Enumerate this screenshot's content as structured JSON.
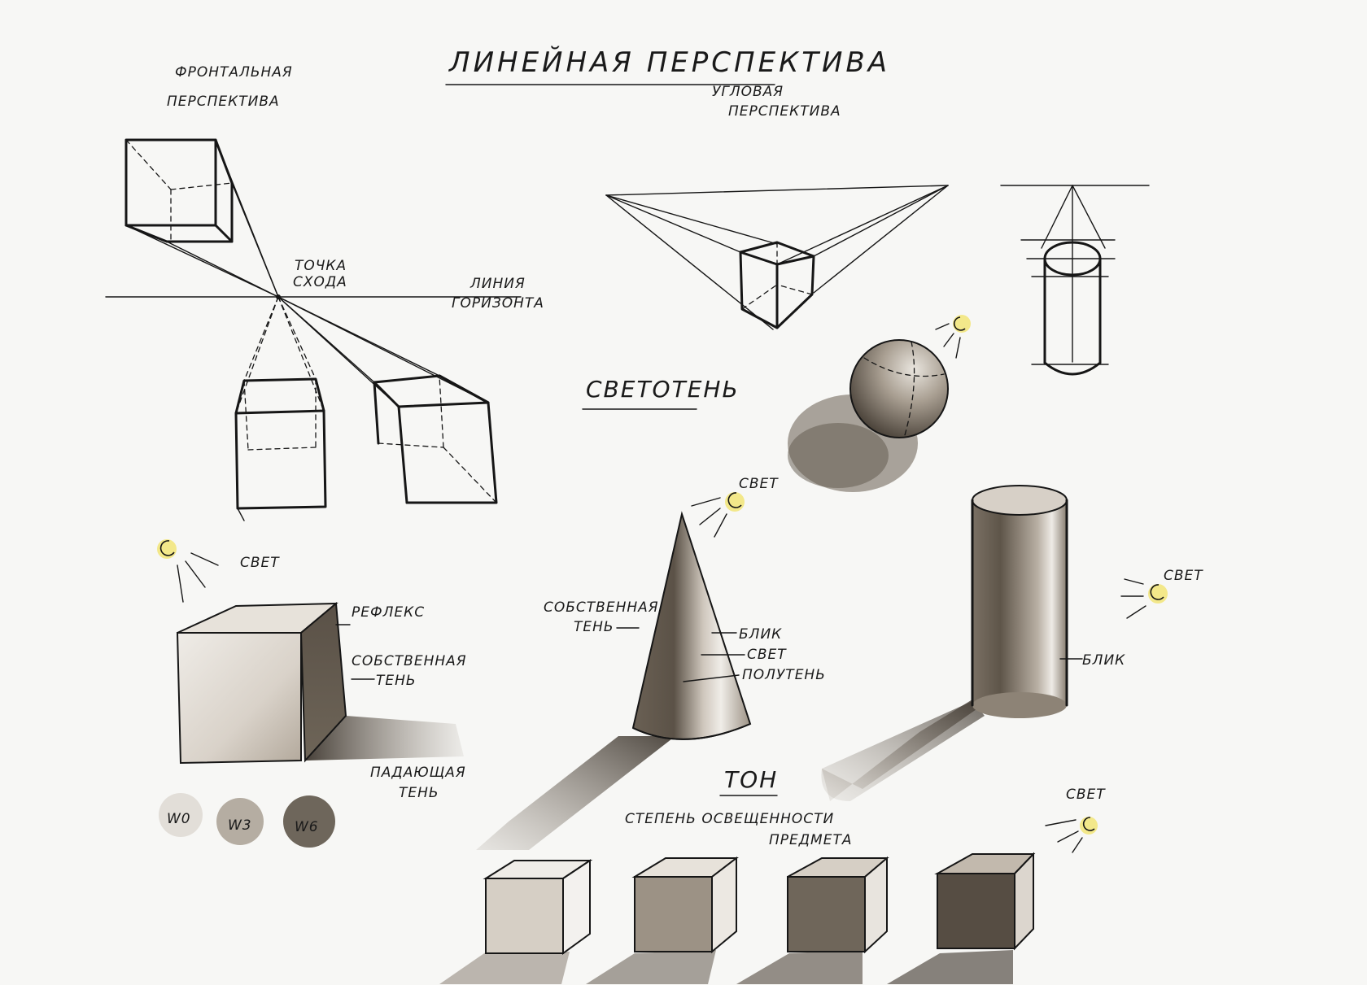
{
  "title": "ЛИНЕЙНАЯ ПЕРСПЕКТИВА",
  "frontal": {
    "line1": "ФРОНТАЛЬНАЯ",
    "line2": "ПЕРСПЕКТИВА"
  },
  "angular": {
    "line1": "УГЛОВАЯ",
    "line2": "ПЕРСПЕКТИВА"
  },
  "vanishing": {
    "line1": "ТОЧКА",
    "line2": "СХОДА"
  },
  "horizon": {
    "line1": "ЛИНИЯ",
    "line2": "ГОРИЗОНТА"
  },
  "chiaroscuro": {
    "heading": "СВЕТОТЕНЬ"
  },
  "cube_labels": {
    "light": "СВЕТ",
    "reflex": "РЕФЛЕКС",
    "own_shadow_1": "СОБСТВЕННАЯ",
    "own_shadow_2": "ТЕНЬ",
    "cast_shadow_1": "ПАДАЮЩАЯ",
    "cast_shadow_2": "ТЕНЬ"
  },
  "swatches": [
    "W0",
    "W3",
    "W6"
  ],
  "cone_labels": {
    "light_top": "СВЕТ",
    "own_shadow_1": "СОБСТВЕННАЯ",
    "own_shadow_2": "ТЕНЬ",
    "highlight": "БЛИК",
    "light": "СВЕТ",
    "halftone": "ПОЛУТЕНЬ"
  },
  "cylinder_labels": {
    "light": "СВЕТ",
    "highlight": "БЛИК"
  },
  "tone": {
    "heading": "ТОН",
    "desc1": "СТЕПЕНЬ ОСВЕЩЕННОСТИ",
    "desc2": "ПРЕДМЕТА",
    "light": "СВЕТ"
  },
  "colors": {
    "ink": "#161616",
    "sepia_light": "#cfc7bd",
    "sepia_mid": "#8a7f72",
    "sepia_dark": "#4a4239",
    "sun": "#f3e88a"
  }
}
